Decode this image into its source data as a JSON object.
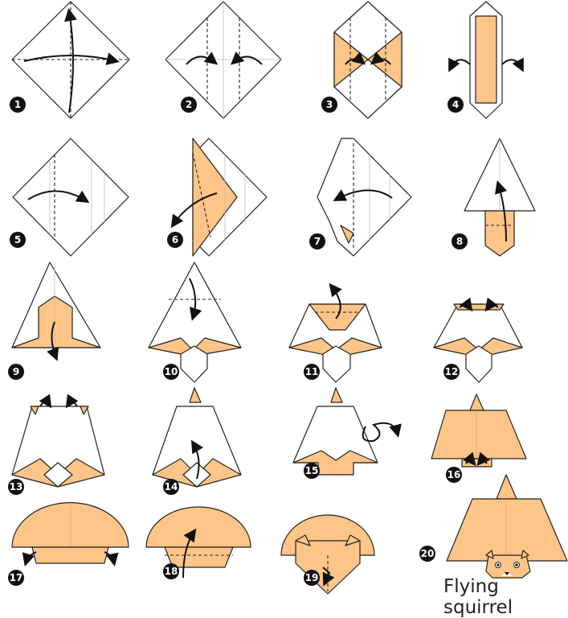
{
  "title": "Flying squirrel",
  "steps": [
    "1",
    "2",
    "3",
    "4",
    "5",
    "6",
    "7",
    "8",
    "9",
    "10",
    "11",
    "12",
    "13",
    "14",
    "15",
    "16",
    "17",
    "18",
    "19",
    "20"
  ],
  "colors": {
    "paper_color": "#fdc587",
    "paper_back": "#ffffff",
    "line": "#222222"
  }
}
